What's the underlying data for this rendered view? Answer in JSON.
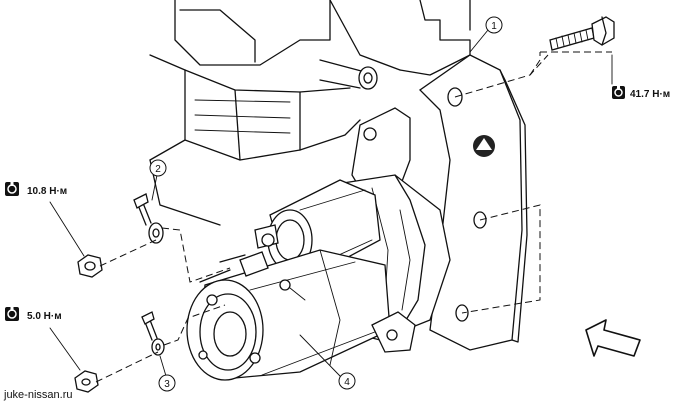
{
  "torque_labels": {
    "mount_bolt": "41.7 Н·м",
    "terminal_nut_large": "10.8 Н·м",
    "terminal_nut_small": "5.0 Н·м"
  },
  "callouts": {
    "c1": "1",
    "c2": "2",
    "c3": "3",
    "c4": "4"
  },
  "watermark": "juke-nissan.ru",
  "icons": {
    "torque": "torque-wrench-icon",
    "direction": "front-direction-arrow-icon"
  }
}
